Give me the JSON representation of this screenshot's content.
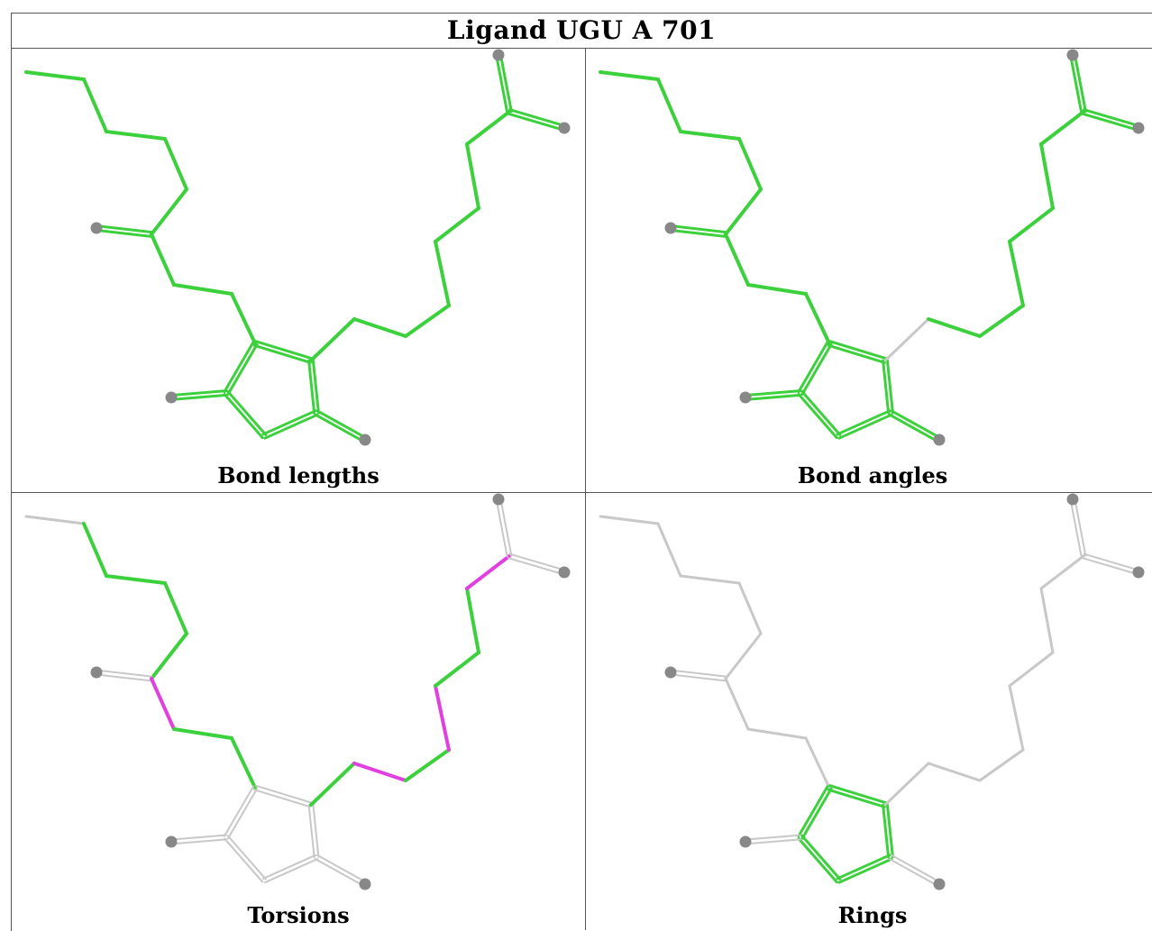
{
  "title": "Ligand UGU A 701",
  "colors": {
    "green": "#3cd13c",
    "magenta": "#e040e0",
    "grey": "#c8c8c8",
    "atom": "#888888"
  },
  "panels": [
    {
      "caption": "Bond lengths",
      "highlight": "all"
    },
    {
      "caption": "Bond angles",
      "highlight": "all-but-ring-link"
    },
    {
      "caption": "Torsions",
      "highlight": "torsions"
    },
    {
      "caption": "Rings",
      "highlight": "ring"
    }
  ]
}
